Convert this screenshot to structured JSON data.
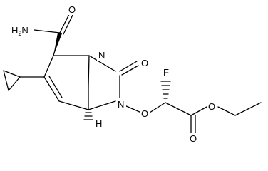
{
  "structure": {
    "atoms": {
      "amide_nh2": "H2N",
      "amide_o": "O",
      "ring_n_top": "N",
      "ring_n_right": "N",
      "lactam_o": "O",
      "ether_o": "O",
      "fluorine": "F",
      "ester_o_single": "O",
      "ester_o_double": "O",
      "stereo_h": "H"
    }
  }
}
